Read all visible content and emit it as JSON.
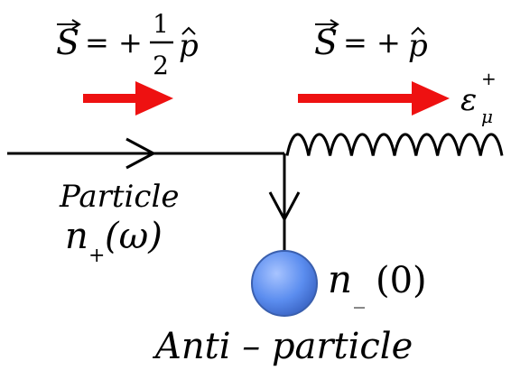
{
  "labels": {
    "spin_left_lhs": "S",
    "spin_left_eq": "= +",
    "spin_left_num": "1",
    "spin_left_den": "2",
    "spin_left_p": "p",
    "spin_right_lhs": "S",
    "spin_right_eq": "= +",
    "spin_right_p": "p",
    "photon_symbol": "ε",
    "photon_sup": "+",
    "photon_sub": "μ",
    "particle_word": "Particle",
    "particle_n": "n",
    "particle_sub": "+",
    "particle_arg": "(ω)",
    "antiparticle_n": "n",
    "antiparticle_sub": "_",
    "antiparticle_arg": "(0)",
    "antiparticle_word": "Anti – particle"
  },
  "colors": {
    "spin_arrow": "#ee1111",
    "line": "#000000",
    "sphere_fill": "#5b8def",
    "sphere_stroke": "#3a5fae"
  }
}
